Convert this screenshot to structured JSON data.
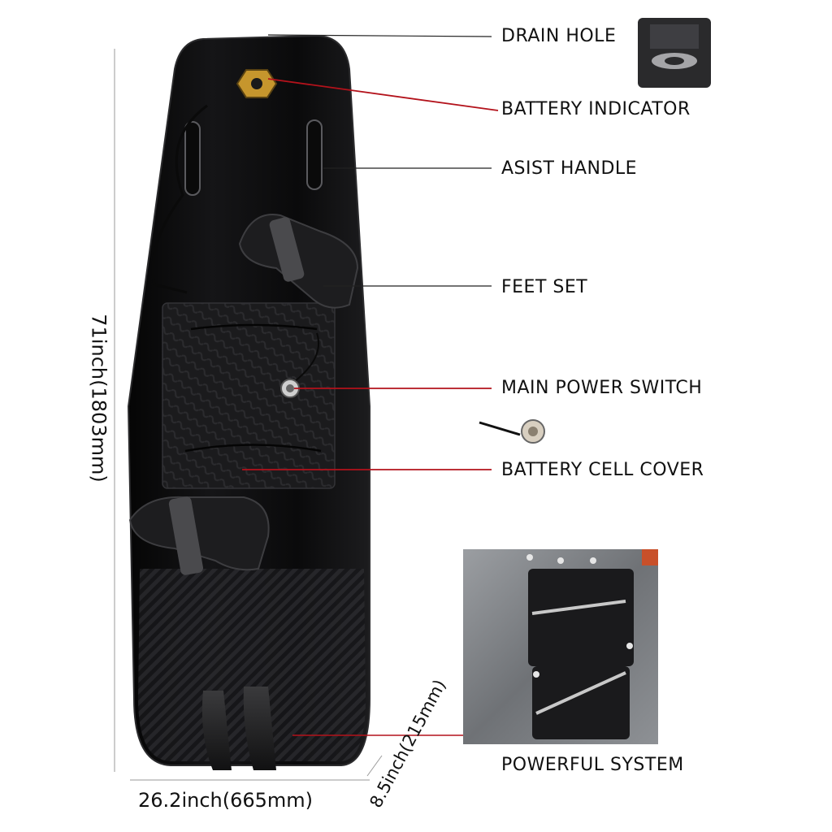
{
  "callouts": {
    "drain_hole": "DRAIN HOLE",
    "battery_indicator": "BATTERY INDICATOR",
    "assist_handle": "ASIST HANDLE",
    "feet_set": "FEET SET",
    "main_power_switch": "MAIN POWER SWITCH",
    "battery_cell_cover": "BATTERY  CELL  COVER",
    "powerful_system": "POWERFUL SYSTEM"
  },
  "dimensions": {
    "length": "71inch(1803mm)",
    "width": "26.2inch(665mm)",
    "height": "8.5inch(215mm)"
  },
  "colors": {
    "leader_red": "#b3121b",
    "leader_dark": "#222222",
    "board_black": "#0e0e0f",
    "pad_black": "#1a1a1c"
  },
  "icons": {
    "battery_indicator": "hexagon-gauge-icon",
    "power_switch": "round-switch-icon",
    "drain_hole": "drain-plug-icon"
  }
}
